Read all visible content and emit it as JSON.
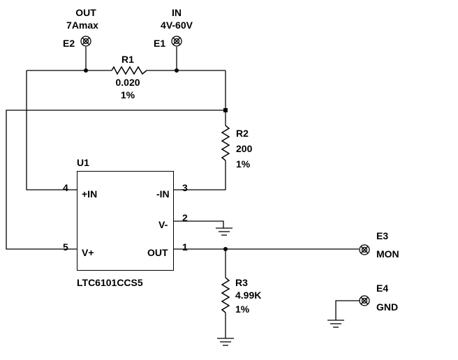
{
  "terminals": {
    "e2": {
      "ref": "E2",
      "name": "OUT",
      "spec": "7Amax"
    },
    "e1": {
      "ref": "E1",
      "name": "IN",
      "spec": "4V-60V"
    },
    "e3": {
      "ref": "E3",
      "name": "MON"
    },
    "e4": {
      "ref": "E4",
      "name": "GND"
    }
  },
  "resistors": {
    "r1": {
      "ref": "R1",
      "value": "0.020",
      "tol": "1%"
    },
    "r2": {
      "ref": "R2",
      "value": "200",
      "tol": "1%"
    },
    "r3": {
      "ref": "R3",
      "value": "4.99K",
      "tol": "1%"
    }
  },
  "ic": {
    "ref": "U1",
    "part": "LTC6101CCS5",
    "pins": {
      "p4": {
        "num": "4",
        "name": "+IN"
      },
      "p3": {
        "num": "3",
        "name": "-IN"
      },
      "p2": {
        "num": "2",
        "name": "V-"
      },
      "p5": {
        "num": "5",
        "name": "V+"
      },
      "p1": {
        "num": "1",
        "name": "OUT"
      }
    }
  }
}
